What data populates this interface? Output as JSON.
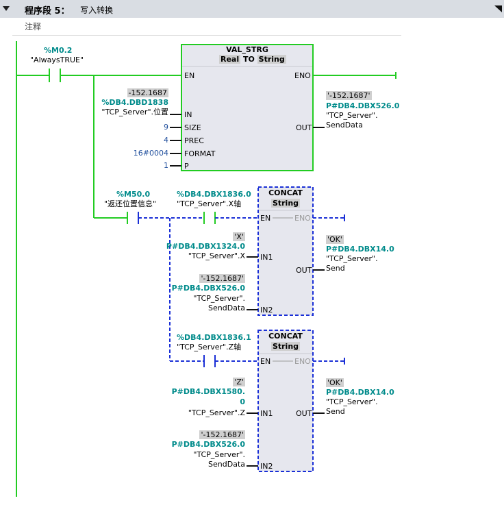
{
  "header": {
    "collapse_icon": "triangle-down-icon",
    "segment_title": "程序段 5：",
    "segment_name": "写入转换",
    "comment": "注释"
  },
  "colors": {
    "green": "#22cc22",
    "blue": "#1a2fd6",
    "teal": "#008b8b",
    "box_gray": "#e6e7ee"
  },
  "contact_m02": {
    "address": "%M0.2",
    "symbol": "\"AlwaysTRUE\""
  },
  "val_strg": {
    "title": "VAL_STRG",
    "type_from": "Real",
    "type_to_kw": "TO",
    "type_to": "String",
    "pins": {
      "en": "EN",
      "eno": "ENO",
      "in": "IN",
      "size": "SIZE",
      "prec": "PREC",
      "format": "FORMAT",
      "p": "P",
      "out": "OUT"
    },
    "in_value": "-152.1687",
    "in_address": "%DB4.DBD1838",
    "in_symbol": "\"TCP_Server\".位置",
    "size": "9",
    "prec": "4",
    "format": "16#0004",
    "p": "1",
    "out_value": "'-152.1687'",
    "out_address": "P#DB4.DBX526.0",
    "out_symbol_1": "\"TCP_Server\".",
    "out_symbol_2": "SendData"
  },
  "contact_m500": {
    "address": "%M50.0",
    "symbol": "\"返还位置信息\""
  },
  "contact_x": {
    "address": "%DB4.DBX1836.0",
    "symbol": "\"TCP_Server\".X轴"
  },
  "contact_z": {
    "address": "%DB4.DBX1836.1",
    "symbol": "\"TCP_Server\".Z轴"
  },
  "concat1": {
    "title": "CONCAT",
    "type": "String",
    "pins": {
      "en": "EN",
      "eno": "ENO",
      "in1": "IN1",
      "in2": "IN2",
      "out": "OUT"
    },
    "in1_value": "'X'",
    "in1_address": "P#DB4.DBX1324.0",
    "in1_symbol": "\"TCP_Server\".X",
    "in2_value": "'-152.1687'",
    "in2_address": "P#DB4.DBX526.0",
    "in2_symbol_1": "\"TCP_Server\".",
    "in2_symbol_2": "SendData",
    "out_value": "'OK'",
    "out_address": "P#DB4.DBX14.0",
    "out_symbol_1": "\"TCP_Server\".",
    "out_symbol_2": "Send"
  },
  "concat2": {
    "title": "CONCAT",
    "type": "String",
    "pins": {
      "en": "EN",
      "eno": "ENO",
      "in1": "IN1",
      "in2": "IN2",
      "out": "OUT"
    },
    "in1_value": "'Z'",
    "in1_address_1": "P#DB4.DBX1580.",
    "in1_address_2": "0",
    "in1_symbol": "\"TCP_Server\".Z",
    "in2_value": "'-152.1687'",
    "in2_address": "P#DB4.DBX526.0",
    "in2_symbol_1": "\"TCP_Server\".",
    "in2_symbol_2": "SendData",
    "out_value": "'OK'",
    "out_address": "P#DB4.DBX14.0",
    "out_symbol_1": "\"TCP_Server\".",
    "out_symbol_2": "Send"
  }
}
